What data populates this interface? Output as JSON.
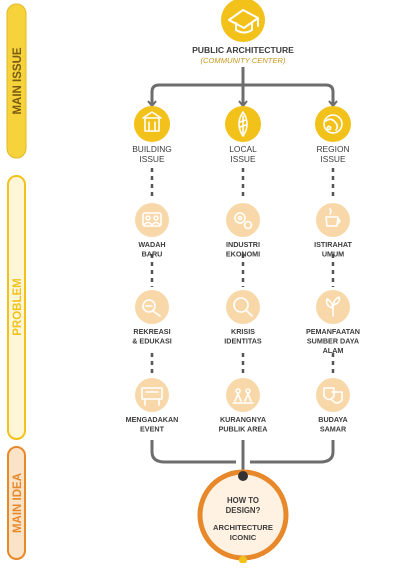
{
  "colors": {
    "gold": "#f2c21a",
    "gold_dark": "#c8961a",
    "peach": "#f8d8a8",
    "peach_icon": "#ffffff",
    "orange": "#e7892b",
    "connector": "#6d6d6d",
    "text": "#3c3c3c",
    "sidebar_fill": "#f6d33b",
    "sidebar_text": "#7a5c12"
  },
  "sidebar": {
    "main_issue": "MAIN ISSUE",
    "problem": "PROBLEM",
    "main_idea": "MAIN IDEA"
  },
  "header": {
    "title": "PUBLIC ARCHITECTURE",
    "subtitle": "(COMMUNITY CENTER)",
    "icon": "architecture-hat-icon"
  },
  "issues": [
    {
      "line1": "BUILDING",
      "line2": "ISSUE",
      "icon": "building-icon"
    },
    {
      "line1": "LOCAL",
      "line2": "ISSUE",
      "icon": "batik-leaf-icon"
    },
    {
      "line1": "REGION",
      "line2": "ISSUE",
      "icon": "region-map-icon"
    }
  ],
  "problems": [
    [
      {
        "lines": [
          "WADAH",
          "BARU"
        ],
        "icon": "people-frame-icon"
      },
      {
        "lines": [
          "REKREASI",
          "& EDUKASI"
        ],
        "icon": "recreation-icon"
      },
      {
        "lines": [
          "MENGADAKAN",
          "EVENT"
        ],
        "icon": "event-stage-icon"
      }
    ],
    [
      {
        "lines": [
          "INDUSTRI",
          "EKONOMI"
        ],
        "icon": "industry-gear-icon"
      },
      {
        "lines": [
          "KRISIS",
          "IDENTITAS"
        ],
        "icon": "magnifier-icon"
      },
      {
        "lines": [
          "KURANGNYA",
          "PUBLIK AREA"
        ],
        "icon": "public-area-icon"
      }
    ],
    [
      {
        "lines": [
          "ISTIRAHAT",
          "UMUM"
        ],
        "icon": "rest-cup-icon"
      },
      {
        "lines": [
          "PEMANFAATAN",
          "SUMBER DAYA",
          "ALAM"
        ],
        "icon": "nature-resource-icon"
      },
      {
        "lines": [
          "BUDAYA",
          "SAMAR"
        ],
        "icon": "masks-icon"
      }
    ]
  ],
  "idea": {
    "line1": "HOW TO",
    "line2": "DESIGN?",
    "line3": "ARCHITECTURE",
    "line4": "ICONIC"
  }
}
